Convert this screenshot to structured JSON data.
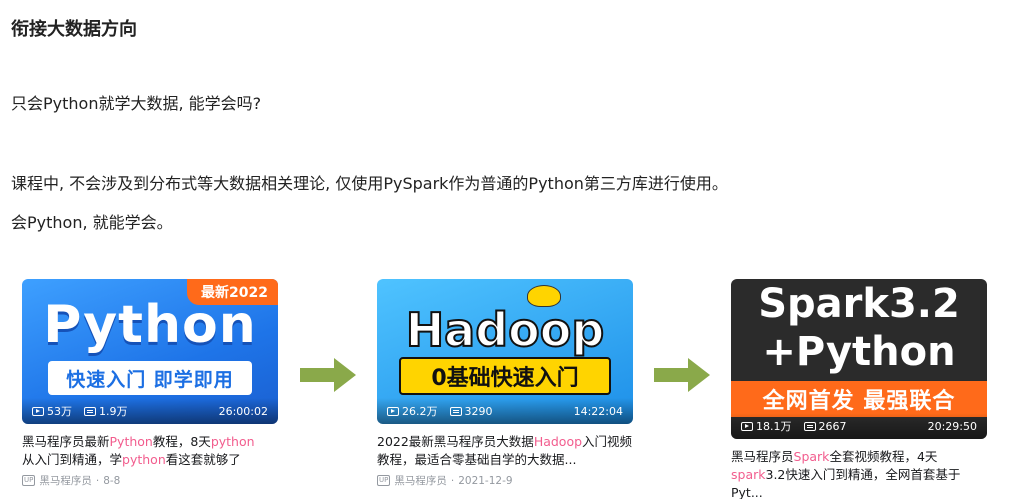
{
  "section_title": "衔接大数据方向",
  "paragraphs": {
    "q": "只会Python就学大数据, 能学会吗?",
    "a1": "课程中, 不会涉及到分布式等大数据相关理论, 仅使用PySpark作为普通的Python第三方库进行使用。",
    "a2": "会Python, 就能学会。"
  },
  "colors": {
    "highlight": "#f25d8e",
    "arrow": "#8aa94a"
  },
  "cards": [
    {
      "thumb": {
        "corner": "最新2022",
        "big": "Python",
        "pill": "快速入门 即学即用"
      },
      "views": "53万",
      "danmaku": "1.9万",
      "duration": "26:00:02",
      "title_parts": [
        "黑马程序员最新",
        "Python",
        "教程，8天",
        "python",
        "从入门到精通，学",
        "python",
        "看这套就够了"
      ],
      "up_badge": "UP",
      "author": "黑马程序员",
      "date": "8-8"
    },
    {
      "thumb": {
        "big": "Hadoop",
        "pill": "0基础快速入门"
      },
      "views": "26.2万",
      "danmaku": "3290",
      "duration": "14:22:04",
      "title_parts": [
        "2022最新黑马程序员大数据",
        "Hadoop",
        "入门视频教程，最适合零基础自学的大数据..."
      ],
      "up_badge": "UP",
      "author": "黑马程序员",
      "date": "2021-12-9"
    },
    {
      "thumb": {
        "l1": "Spark3.2",
        "l2": "+Python",
        "band": "全网首发 最强联合"
      },
      "views": "18.1万",
      "danmaku": "2667",
      "duration": "20:29:50",
      "title_parts": [
        "黑马程序员",
        "Spark",
        "全套视频教程，4天",
        "spark",
        "3.2快速入门到精通，全网首套基于Pyt..."
      ]
    }
  ]
}
